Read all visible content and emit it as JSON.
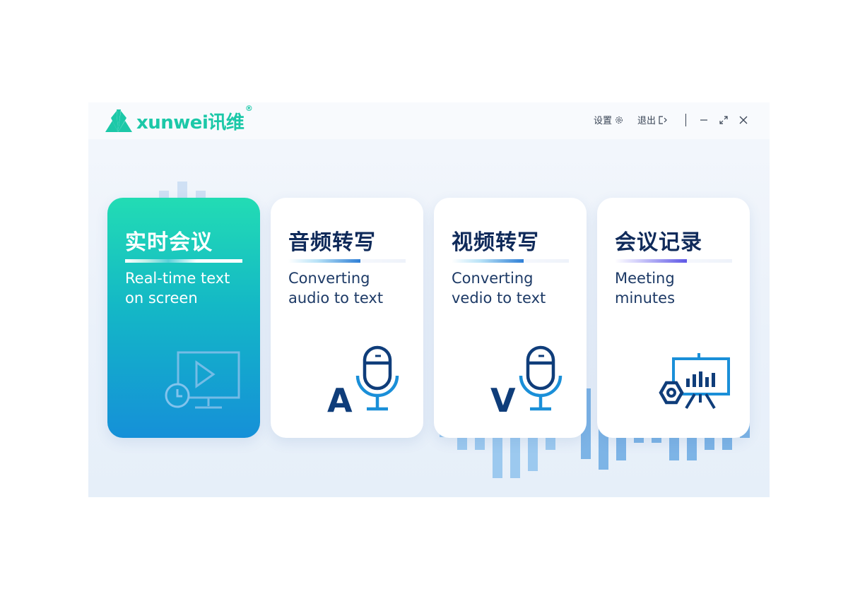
{
  "app": {
    "brand_text": "xunwei",
    "brand_cn": "讯维",
    "brand_mark": "®",
    "accent": "#1cc8a8",
    "title_color": "#0f2a5a"
  },
  "titlebar": {
    "settings_label": "设置",
    "logout_label": "退出",
    "icons": [
      "gear-icon",
      "logout-icon",
      "minimize-icon",
      "maximize-icon",
      "close-icon"
    ]
  },
  "cards": [
    {
      "title": "实时会议",
      "line1": "Real-time text",
      "line2": "on screen",
      "icon": "screen-play-clock-icon",
      "active": true
    },
    {
      "title": "音频转写",
      "line1": "Converting",
      "line2": "audio to text",
      "icon": "microphone-icon",
      "icon_letter": "A"
    },
    {
      "title": "视频转写",
      "line1": "Converting",
      "line2": "vedio to text",
      "icon": "microphone-icon",
      "icon_letter": "V"
    },
    {
      "title": "会议记录",
      "line1": "Meeting",
      "line2": "minutes",
      "icon": "presentation-board-icon"
    }
  ]
}
